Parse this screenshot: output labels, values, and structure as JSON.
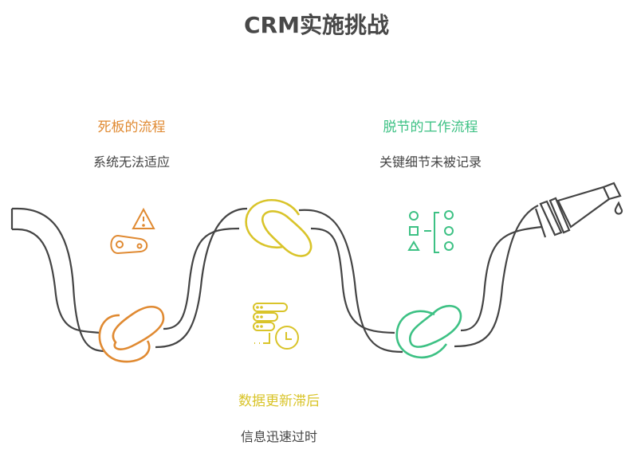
{
  "title": "CRM实施挑战",
  "colors": {
    "hose": "#444444",
    "orange": "#E08A32",
    "yellow": "#D9C42A",
    "green": "#3DC184"
  },
  "challenges": [
    {
      "heading": "死板的流程",
      "description": "系统无法适应",
      "icon": "warning-chain-icon",
      "color": "orange"
    },
    {
      "heading": "数据更新滞后",
      "description": "信息迅速过时",
      "icon": "server-clock-icon",
      "color": "yellow"
    },
    {
      "heading": "脱节的工作流程",
      "description": "关键细节未被记录",
      "icon": "shapes-bracket-icon",
      "color": "green"
    }
  ]
}
